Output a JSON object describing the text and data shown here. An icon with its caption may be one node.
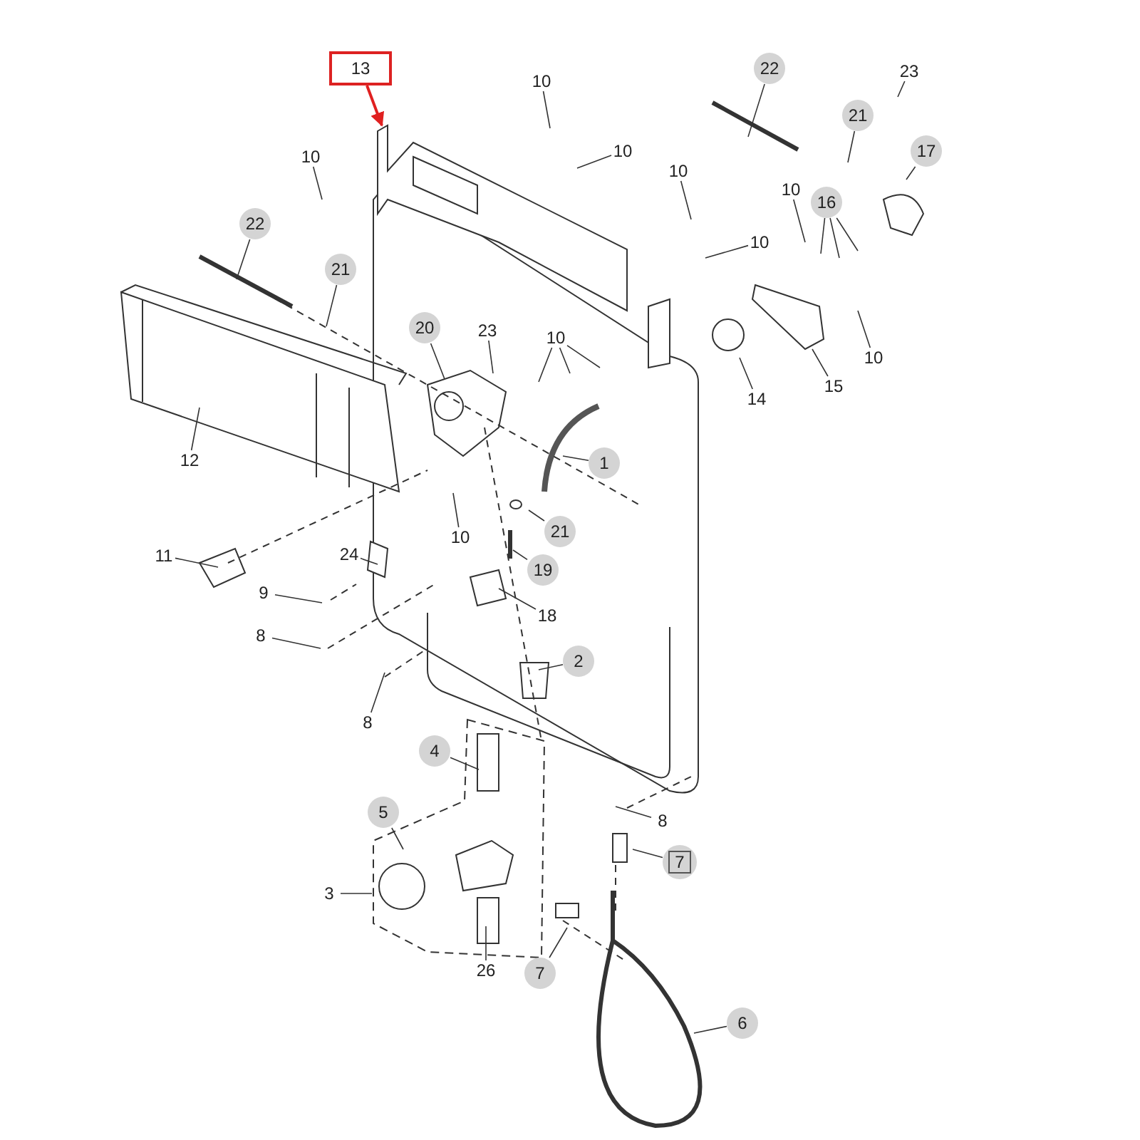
{
  "diagram": {
    "nodes": [
      {
        "text": [
          "13"
        ]
      },
      {
        "text": [
          "22"
        ]
      },
      {
        "text": [
          "23"
        ]
      },
      {
        "text": [
          "10"
        ]
      },
      {
        "text": [
          "21"
        ]
      },
      {
        "text": [
          "10"
        ]
      },
      {
        "text": [
          "17"
        ]
      },
      {
        "text": [
          "10"
        ]
      },
      {
        "text": [
          "10"
        ]
      },
      {
        "text": [
          "10"
        ]
      },
      {
        "text": [
          "16"
        ]
      },
      {
        "text": [
          "22"
        ]
      },
      {
        "text": [
          "10"
        ]
      },
      {
        "text": [
          "21"
        ]
      },
      {
        "text": [
          "20"
        ]
      },
      {
        "text": [
          "23"
        ]
      },
      {
        "text": [
          "10"
        ]
      },
      {
        "text": [
          "10"
        ]
      },
      {
        "text": [
          "15"
        ]
      },
      {
        "text": [
          "14"
        ]
      },
      {
        "text": [
          "12"
        ]
      },
      {
        "text": [
          "1"
        ]
      },
      {
        "text": [
          "21"
        ]
      },
      {
        "text": [
          "10"
        ]
      },
      {
        "text": [
          "11"
        ]
      },
      {
        "text": [
          "24"
        ]
      },
      {
        "text": [
          "19"
        ]
      },
      {
        "text": [
          "9"
        ]
      },
      {
        "text": [
          "18"
        ]
      },
      {
        "text": [
          "8"
        ]
      },
      {
        "text": [
          "2"
        ]
      },
      {
        "text": [
          "8"
        ]
      },
      {
        "text": [
          "4"
        ],
        "in": 40
      },
      {
        "text": [
          "5"
        ]
      },
      {
        "text": [
          "8"
        ]
      },
      {
        "text": [
          "7"
        ]
      },
      {
        "text": [
          "3"
        ]
      },
      {
        "text": [
          "26"
        ]
      },
      {
        "text": [
          "7"
        ]
      },
      {
        "text": [
          "6"
        ]
      },
      {
        "text": [],
        "shape": "box"
      }
    ],
    "edges": [
      {
        "from": 0,
        "to": null,
        "arrow": "to",
        "color": "#e02020"
      },
      {
        "from": 1,
        "to": null,
        "arrow": "none"
      },
      {
        "from": 2,
        "to": null,
        "arrow": "none"
      },
      {
        "from": 3,
        "to": null,
        "arrow": "none"
      },
      {
        "from": 4,
        "to": null,
        "arrow": "none"
      },
      {
        "from": 5,
        "to": null,
        "arrow": "none"
      },
      {
        "from": 6,
        "to": null,
        "arrow": "none"
      },
      {
        "from": 7,
        "to": null,
        "arrow": "none"
      },
      {
        "from": 8,
        "to": null,
        "arrow": "none"
      },
      {
        "from": 9,
        "to": null,
        "arrow": "none"
      },
      {
        "from": 10,
        "to": null,
        "arrow": "none"
      },
      {
        "from": 10,
        "to": null,
        "arrow": "none"
      },
      {
        "from": 10,
        "to": null,
        "arrow": "none"
      },
      {
        "from": 11,
        "to": null,
        "arrow": "none"
      },
      {
        "from": 12,
        "to": null,
        "arrow": "none"
      },
      {
        "from": 13,
        "to": null,
        "arrow": "none"
      },
      {
        "from": 14,
        "to": null,
        "arrow": "none"
      },
      {
        "from": 15,
        "to": null,
        "arrow": "none"
      },
      {
        "from": 16,
        "to": null,
        "arrow": "none"
      },
      {
        "from": 16,
        "to": null,
        "arrow": "none"
      },
      {
        "from": 16,
        "to": null,
        "arrow": "none"
      },
      {
        "from": 17,
        "to": null,
        "arrow": "none"
      },
      {
        "from": 18,
        "to": null,
        "arrow": "none"
      },
      {
        "from": 19,
        "to": null,
        "arrow": "none"
      },
      {
        "from": 20,
        "to": null,
        "arrow": "none"
      },
      {
        "from": 21,
        "to": null,
        "arrow": "none"
      },
      {
        "from": 22,
        "to": null,
        "arrow": "none"
      },
      {
        "from": 23,
        "to": null,
        "arrow": "none"
      },
      {
        "from": 24,
        "to": null,
        "arrow": "none"
      },
      {
        "from": 25,
        "to": null,
        "arrow": "none"
      },
      {
        "from": 26,
        "to": null,
        "arrow": "none"
      },
      {
        "from": 27,
        "to": null,
        "arrow": "none"
      },
      {
        "from": 28,
        "to": null,
        "arrow": "none"
      },
      {
        "from": 29,
        "to": null,
        "arrow": "none"
      },
      {
        "from": 30,
        "to": null,
        "arrow": "none"
      },
      {
        "from": 31,
        "to": null,
        "arrow": "none"
      },
      {
        "from": 32,
        "to": null,
        "arrow": "none"
      },
      {
        "from": 33,
        "to": null,
        "arrow": "none"
      },
      {
        "from": 34,
        "to": null,
        "arrow": "none"
      },
      {
        "from": 35,
        "to": null,
        "arrow": "none"
      },
      {
        "from": 36,
        "to": 40,
        "arrow": "none"
      },
      {
        "from": 37,
        "to": null,
        "arrow": "none"
      },
      {
        "from": 38,
        "to": null,
        "arrow": "none"
      },
      {
        "from": 39,
        "to": null,
        "arrow": "none"
      }
    ]
  }
}
